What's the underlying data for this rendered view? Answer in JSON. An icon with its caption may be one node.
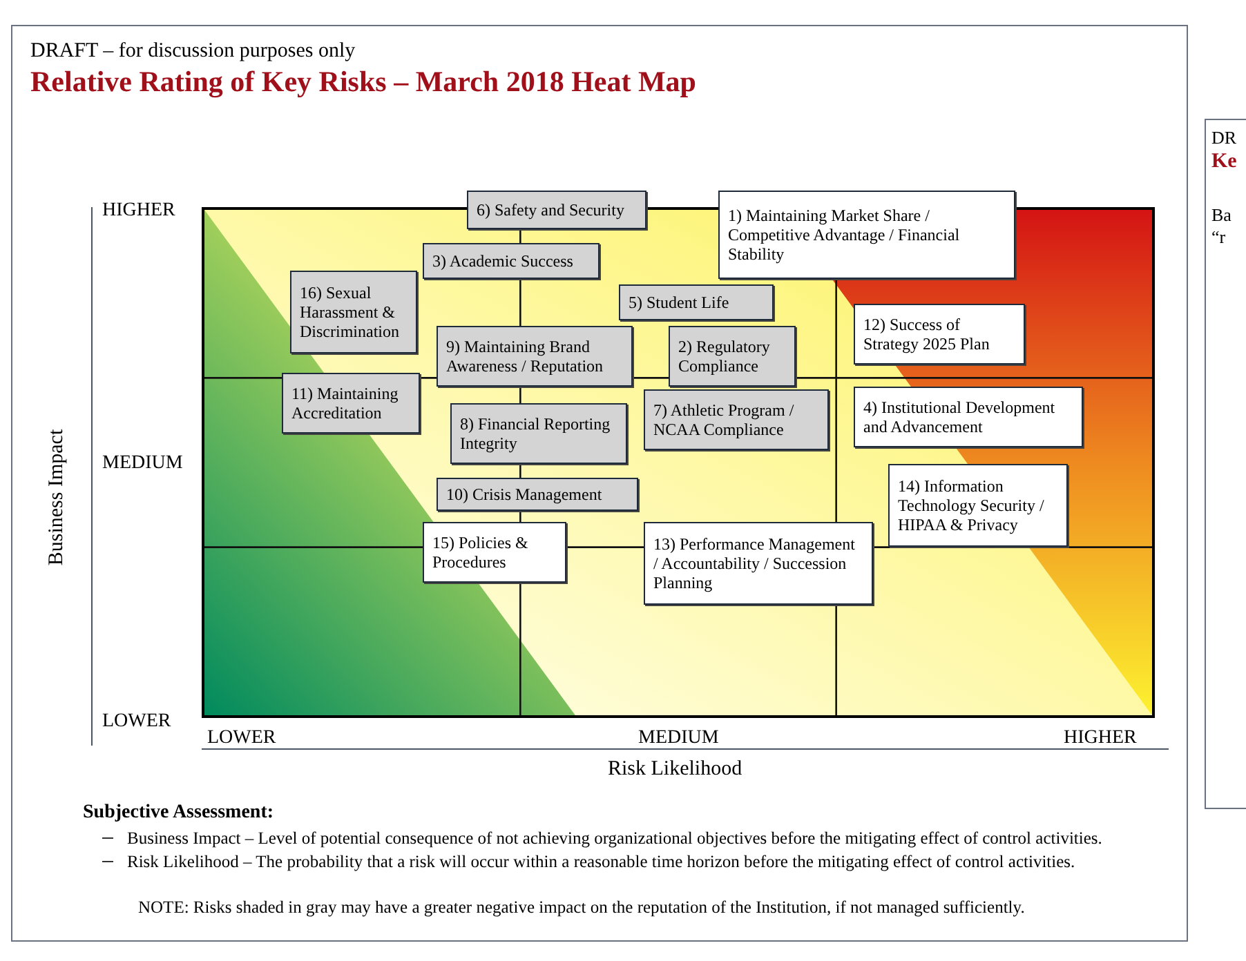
{
  "diagram": {
    "title": "Relative Rating of Key Risks – March 2018 Heat Map",
    "nodes": [
      {
        "text": [
          "6) Safety and Security"
        ]
      },
      {
        "text": [
          "1) Maintaining Market Share / Competitive Advantage / Financial Stability"
        ]
      },
      {
        "text": [
          "3) Academic Success"
        ]
      },
      {
        "text": [
          "5) Student Life"
        ]
      },
      {
        "text": [
          "16) Sexual Harassment & Discrimination"
        ]
      },
      {
        "text": [
          "12) Success of Strategy 2025 Plan"
        ]
      },
      {
        "text": [
          "9) Maintaining Brand Awareness / Reputation"
        ]
      },
      {
        "text": [
          "2) Regulatory Compliance"
        ]
      },
      {
        "text": [
          "11) Maintaining Accreditation"
        ]
      },
      {
        "text": [
          "8) Financial Reporting Integrity"
        ]
      },
      {
        "text": [
          "7) Athletic Program / NCAA Compliance"
        ]
      },
      {
        "text": [
          "4) Institutional Development and Advancement"
        ]
      },
      {
        "text": [
          "10) Crisis Management"
        ]
      },
      {
        "text": [
          "14) Information Technology Security / HIPAA & Privacy"
        ]
      },
      {
        "text": [
          "15) Policies & Procedures"
        ]
      },
      {
        "text": [
          "13) Performance Management / Accountability / Succession Planning"
        ]
      }
    ],
    "labels": [
      "DRAFT – for discussion purposes only",
      "HIGHER",
      "MEDIUM",
      "LOWER",
      "Business Impact",
      "LOWER",
      "MEDIUM",
      "HIGHER",
      "Risk Likelihood",
      "Subjective Assessment:",
      "Business Impact – Level of potential consequence of not achieving organizational objectives before the mitigating effect of control activities.",
      "Risk Likelihood – The probability that a risk will occur within a reasonable time horizon before the mitigating effect of control activities.",
      "NOTE: Risks shaded in gray may have a greater negative impact on the reputation of the Institution, if not managed sufficiently.",
      "DR",
      "Ke",
      "Ba",
      "“r"
    ]
  }
}
